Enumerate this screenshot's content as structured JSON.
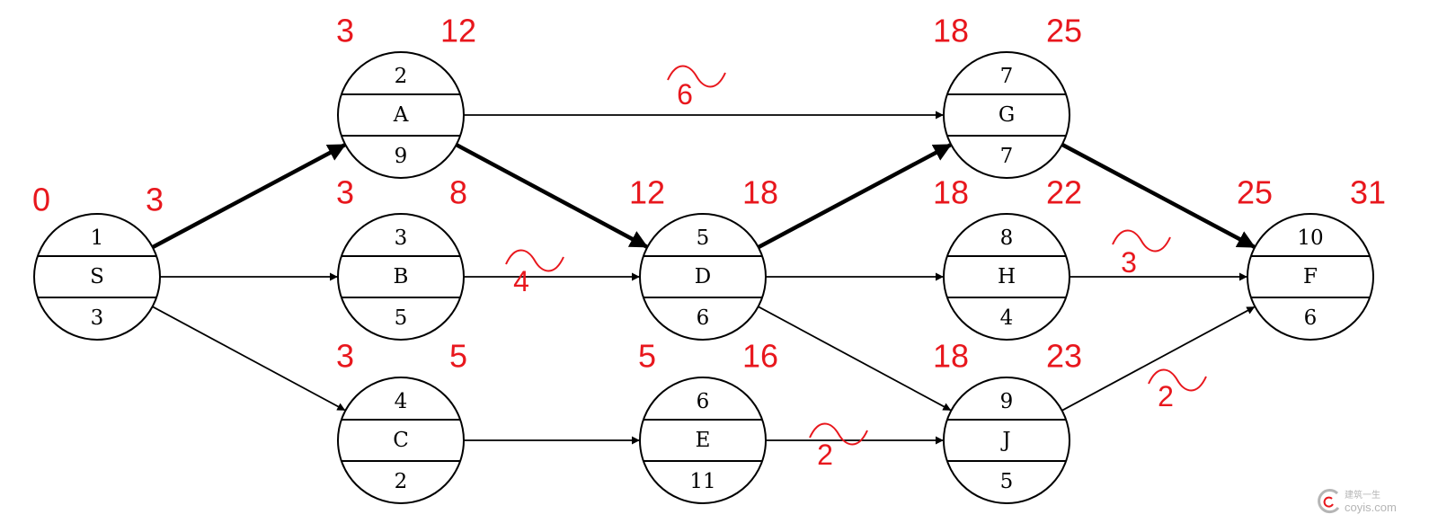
{
  "nodes": [
    {
      "id": "S",
      "num": "1",
      "label": "S",
      "duration": "3",
      "es": "0",
      "ef": "3"
    },
    {
      "id": "A",
      "num": "2",
      "label": "A",
      "duration": "9",
      "es": "3",
      "ef": "12"
    },
    {
      "id": "B",
      "num": "3",
      "label": "B",
      "duration": "5",
      "es": "3",
      "ef": "8"
    },
    {
      "id": "C",
      "num": "4",
      "label": "C",
      "duration": "2",
      "es": "3",
      "ef": "5"
    },
    {
      "id": "D",
      "num": "5",
      "label": "D",
      "duration": "6",
      "es": "12",
      "ef": "18"
    },
    {
      "id": "E",
      "num": "6",
      "label": "E",
      "duration": "11",
      "es": "5",
      "ef": "16"
    },
    {
      "id": "G",
      "num": "7",
      "label": "G",
      "duration": "7",
      "es": "18",
      "ef": "25"
    },
    {
      "id": "H",
      "num": "8",
      "label": "H",
      "duration": "4",
      "es": "18",
      "ef": "22"
    },
    {
      "id": "J",
      "num": "9",
      "label": "J",
      "duration": "5",
      "es": "18",
      "ef": "23"
    },
    {
      "id": "F",
      "num": "10",
      "label": "F",
      "duration": "6",
      "es": "25",
      "ef": "31"
    }
  ],
  "edges": [
    {
      "from": "S",
      "to": "A",
      "critical": true
    },
    {
      "from": "S",
      "to": "B",
      "critical": false
    },
    {
      "from": "S",
      "to": "C",
      "critical": false
    },
    {
      "from": "A",
      "to": "G",
      "critical": false
    },
    {
      "from": "A",
      "to": "D",
      "critical": true
    },
    {
      "from": "B",
      "to": "D",
      "critical": false
    },
    {
      "from": "C",
      "to": "E",
      "critical": false
    },
    {
      "from": "D",
      "to": "G",
      "critical": true
    },
    {
      "from": "D",
      "to": "H",
      "critical": false
    },
    {
      "from": "D",
      "to": "J",
      "critical": false
    },
    {
      "from": "E",
      "to": "J",
      "critical": false
    },
    {
      "from": "G",
      "to": "F",
      "critical": true
    },
    {
      "from": "H",
      "to": "F",
      "critical": false
    },
    {
      "from": "J",
      "to": "F",
      "critical": false
    }
  ],
  "floats": [
    {
      "edge": "A-G",
      "value": "6"
    },
    {
      "edge": "B-D",
      "value": "4"
    },
    {
      "edge": "H-F",
      "value": "3"
    },
    {
      "edge": "E-J",
      "value": "2"
    },
    {
      "edge": "J-F",
      "value": "2"
    }
  ],
  "watermark": {
    "cn": "建筑一生",
    "en": "coyis.com"
  },
  "colors": {
    "annotation": "#e8171d",
    "line": "#000000",
    "watermark": "#b5b5b5"
  }
}
